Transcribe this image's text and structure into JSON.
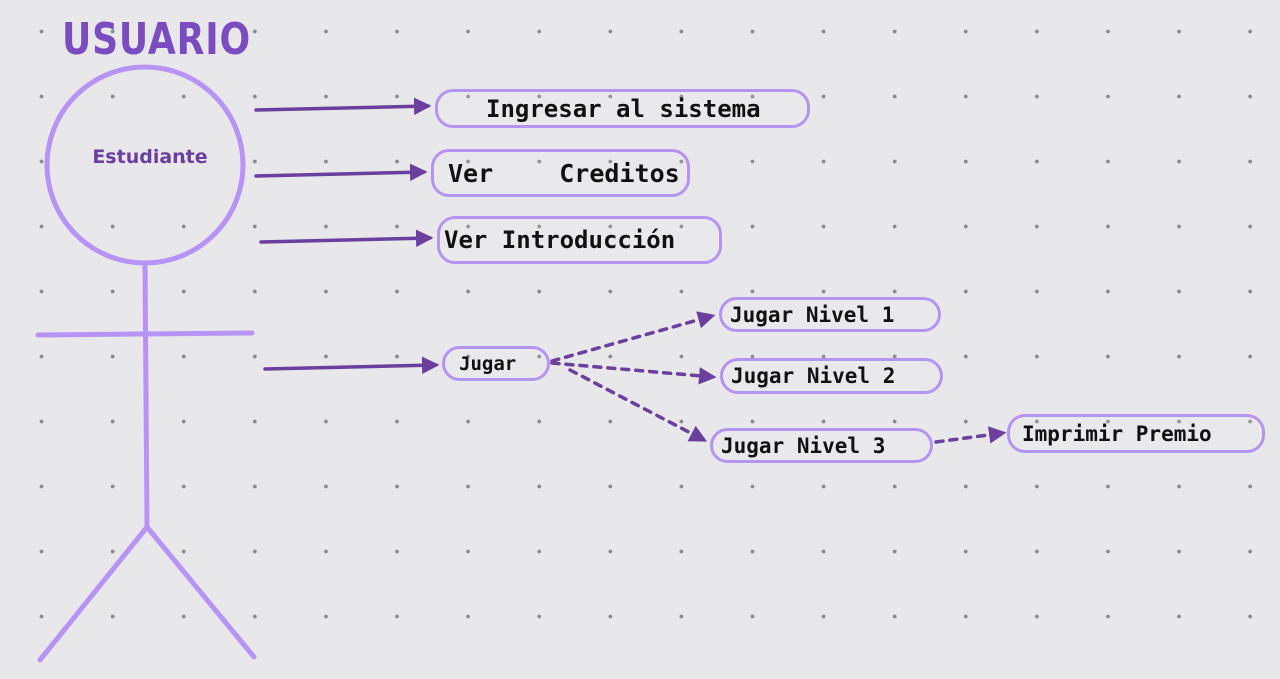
{
  "colors": {
    "accent": "#b794f4",
    "accent_dark": "#6b3fa0",
    "title": "#7a4cc0",
    "arrow": "#6a3f9e",
    "pill_border": "#b594f0"
  },
  "actor": {
    "title": "USUARIO",
    "label": "Estudiante"
  },
  "use_cases": {
    "ingresar": "Ingresar al sistema",
    "creditos": "Ver  Creditos",
    "introduccion": "Ver Introducción",
    "jugar": "Jugar",
    "nivel1": "Jugar Nivel 1",
    "nivel2": "Jugar Nivel 2",
    "nivel3": "Jugar Nivel 3",
    "premio": "Imprimir Premio"
  }
}
